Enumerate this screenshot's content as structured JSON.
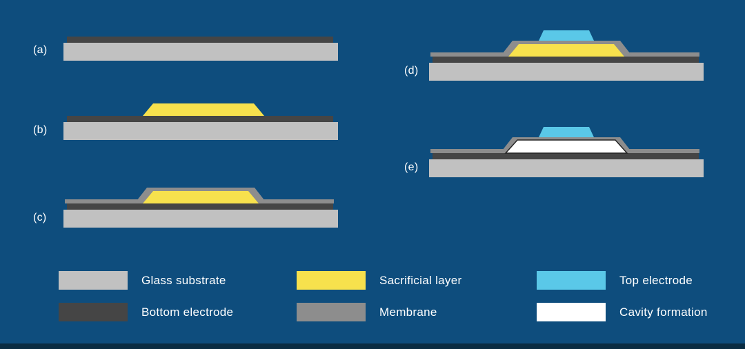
{
  "figure": {
    "steps": [
      {
        "id": "a",
        "label": "(a)"
      },
      {
        "id": "b",
        "label": "(b)"
      },
      {
        "id": "c",
        "label": "(c)"
      },
      {
        "id": "d",
        "label": "(d)"
      },
      {
        "id": "e",
        "label": "(e)"
      }
    ],
    "legend": [
      {
        "name": "glass-substrate",
        "label": "Glass substrate",
        "color": "#c1c1c1"
      },
      {
        "name": "bottom-electrode",
        "label": "Bottom electrode",
        "color": "#454545"
      },
      {
        "name": "sacrificial-layer",
        "label": "Sacrificial layer",
        "color": "#f7e14d"
      },
      {
        "name": "membrane",
        "label": "Membrane",
        "color": "#8d8d8d"
      },
      {
        "name": "top-electrode",
        "label": "Top electrode",
        "color": "#5ac8e8"
      },
      {
        "name": "cavity-formation",
        "label": "Cavity formation",
        "color": "#ffffff"
      }
    ],
    "colors": {
      "background": "#0e4d7d",
      "footer": "#0a2c42",
      "substrate": "#c1c1c1",
      "electrode": "#454545",
      "sacrificial": "#f7e14d",
      "membrane": "#8d8d8d",
      "top_electrode": "#5ac8e8",
      "cavity": "#ffffff",
      "text": "#ffffff"
    }
  }
}
